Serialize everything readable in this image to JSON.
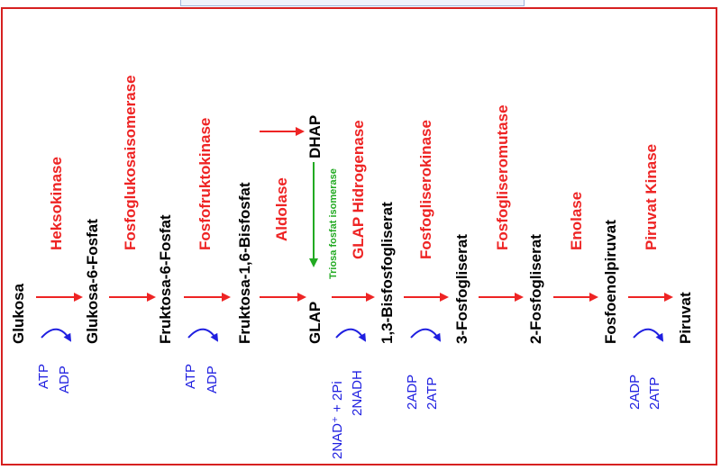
{
  "colors": {
    "metabolite": "#000000",
    "enzyme": "#ee2424",
    "cofactor": "#1f1fe0",
    "isomerase": "#22aa22",
    "arrow": "#ee2424",
    "frame": "#d62020"
  },
  "metabolites": {
    "glukosa": "Glukosa",
    "glukosa6p": "Glukosa-6-Fosfat",
    "fruktosa6p": "Fruktosa-6-Fosfat",
    "fruktosa16bp": "Fruktosa-1,6-Bisfosfat",
    "dhap": "DHAP",
    "glap": "GLAP",
    "bpg13": "1,3-Bisfosfogliserat",
    "pg3": "3-Fosfogliserat",
    "pg2": "2-Fosfogliserat",
    "pep": "Fosfoenolpiruvat",
    "piruvat": "Piruvat"
  },
  "enzymes": {
    "heksokinase": "Heksokinase",
    "fosfoglukosaisomerase": "Fosfoglukosaisomerase",
    "fosfofruktokinase": "Fosfofruktokinase",
    "aldolase": "Aldolase",
    "glap_hidrogenase": "GLAP Hidrogenase",
    "fosfogliserokinase": "Fosfogliserokinase",
    "fosfogliseromutase": "Fosfogliseromutase",
    "enolase": "Enolase",
    "piruvat_kinase": "Piruvat Kinase",
    "triosa_isomerase": "Triosa fosfat isomerase"
  },
  "cofactors": {
    "step1_in": "ATP",
    "step1_out": "ADP",
    "step3_in": "ATP",
    "step3_out": "ADP",
    "step5_in": "2NAD⁺ + 2Pi",
    "step5_out": "2NADH",
    "step6_in": "2ADP",
    "step6_out": "2ATP",
    "step9_in": "2ADP",
    "step9_out": "2ATP"
  }
}
